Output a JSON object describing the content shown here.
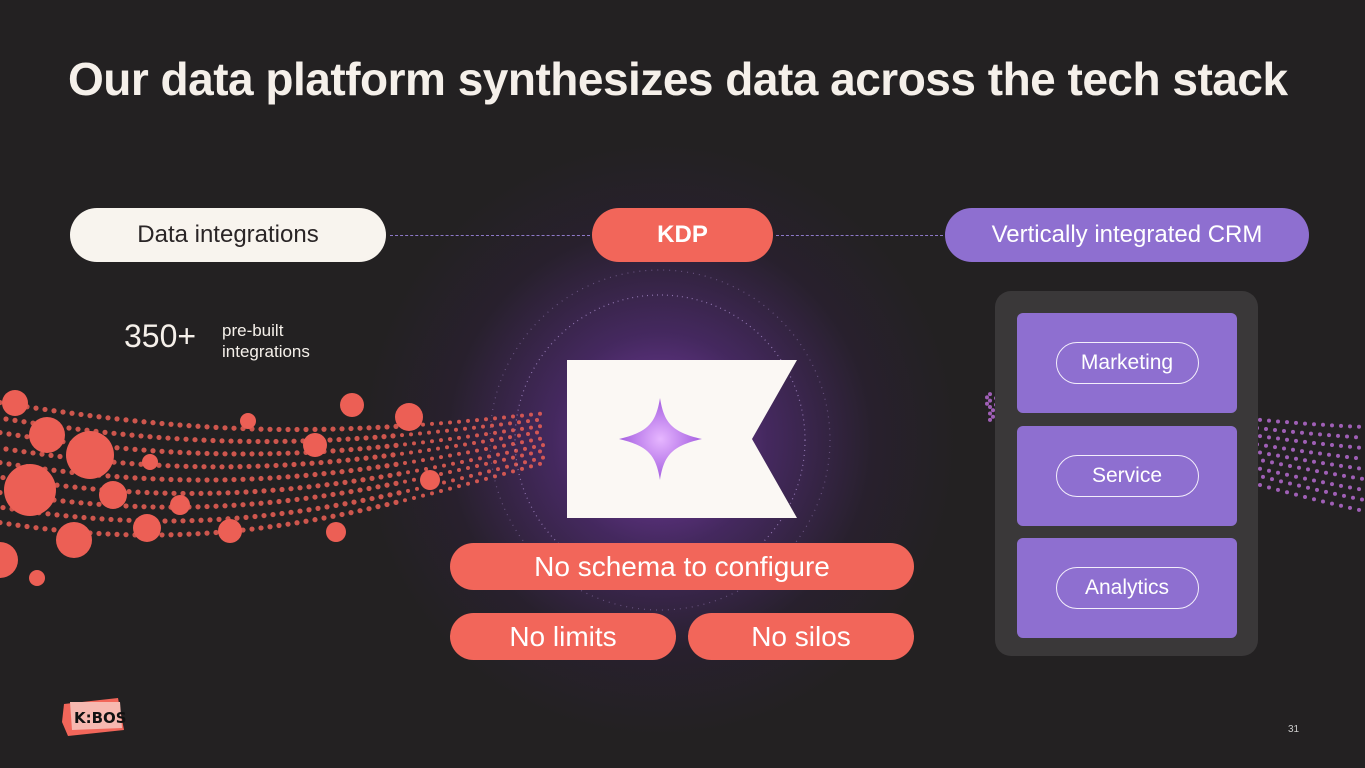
{
  "title": "Our data platform synthesizes data across the tech stack",
  "nodes": {
    "data_integrations": "Data integrations",
    "kdp": "KDP",
    "crm": "Vertically integrated CRM"
  },
  "integrations": {
    "count": "350+",
    "label_line1": "pre-built",
    "label_line2": "integrations"
  },
  "benefits": [
    "No schema to configure",
    "No limits",
    "No silos"
  ],
  "crm_modules": [
    "Marketing",
    "Service",
    "Analytics"
  ],
  "logo_text": "K:BOS",
  "page_number": "31",
  "colors": {
    "background": "#232122",
    "coral": "#f2665a",
    "purple": "#8e6fd0",
    "cream": "#f8f4ee"
  }
}
